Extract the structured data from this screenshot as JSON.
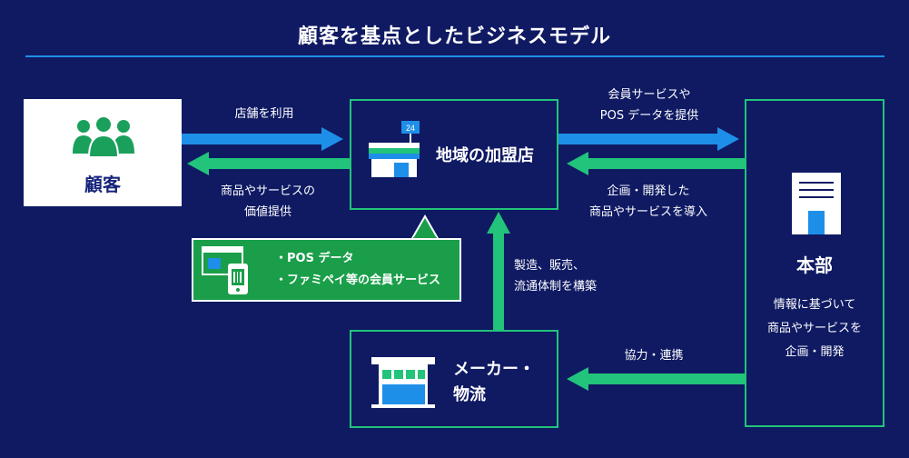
{
  "title": "顧客を基点としたビジネスモデル",
  "customer": {
    "label": "顧客",
    "icon": "people-icon"
  },
  "store": {
    "label": "地域の加盟店",
    "icon": "convenience-store-icon",
    "sign": "24"
  },
  "maker": {
    "line1": "メーカー・",
    "line2": "物流",
    "icon": "factory-icon"
  },
  "hq": {
    "title": "本部",
    "desc1": "情報に基づいて",
    "desc2": "商品やサービスを",
    "desc3": "企画・開発",
    "icon": "building-icon"
  },
  "flows": {
    "customer_to_store": "店舗を利用",
    "store_to_customer_1": "商品やサービスの",
    "store_to_customer_2": "価値提供",
    "store_to_hq_1": "会員サービスや",
    "store_to_hq_2": "POS データを提供",
    "hq_to_store_1": "企画・開発した",
    "hq_to_store_2": "商品やサービスを導入",
    "maker_to_store_1": "製造、販売、",
    "maker_to_store_2": "流通体制を構築",
    "hq_to_maker": "協力・連携"
  },
  "callout": {
    "line1": "・POS データ",
    "line2": "・ファミペイ等の会員サービス",
    "icon": "phone-data-icon"
  },
  "colors": {
    "background": "#0f1a63",
    "green": "#22c37a",
    "blue": "#1e8fe8",
    "callout": "#1a9e49",
    "customer_icon": "#1aa05a"
  }
}
